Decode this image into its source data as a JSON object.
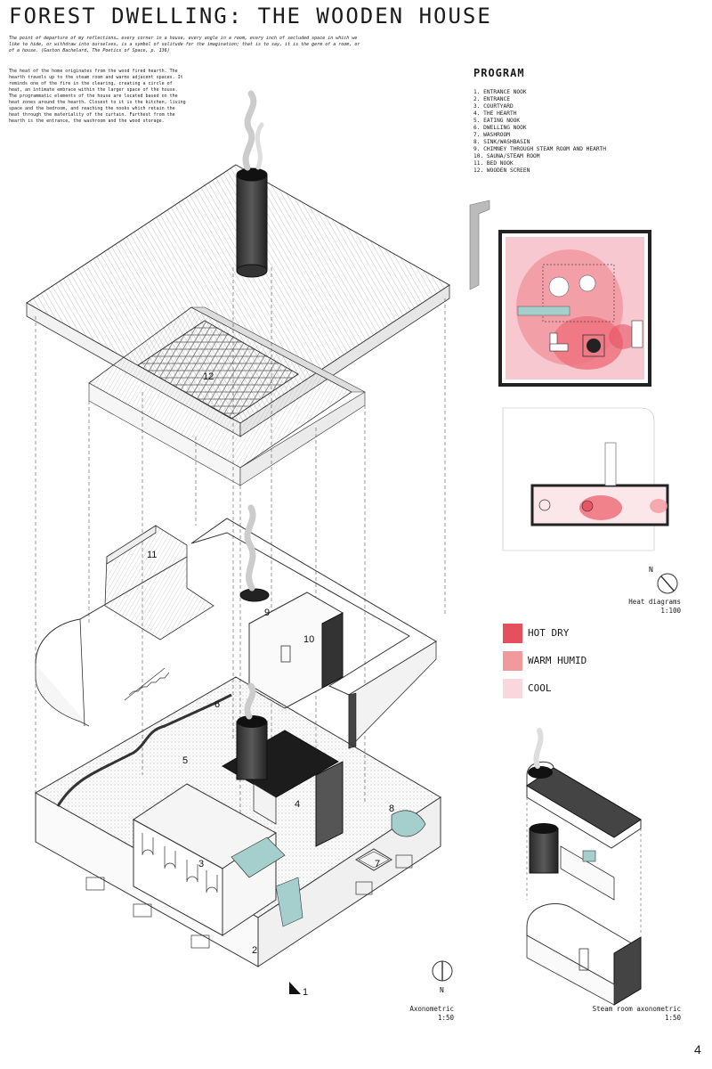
{
  "header": {
    "title": "FOREST DWELLING: THE WOODEN HOUSE",
    "quote": "The point of departure of my reflections… every corner in a house, every angle in a room, every inch of secluded space in which we like to hide, or withdraw into ourselves, is a symbol of solitude for the imagination; that is to say, it is the germ of a room, or of a house. (Gaston Bachelard, The Poetics of Space, p. 136)",
    "intro": "The heat of the home originates from the wood fired hearth. The hearth travels up to the steam room and warms adjacent spaces. It reminds one of the fire in the clearing, creating a circle of heat, an intimate embrace within the larger space of the house. The programmatic elements of the house are located based on the heat zones around the hearth. Closest to it is the kitchen, living space and the bedroom, and reaching the nooks which retain the heat through the materiality of the curtain. Furthest from the hearth is the entrance, the washroom and the wood storage."
  },
  "program": {
    "title": "PROGRAM",
    "items": [
      "1. ENTRANCE NOOK",
      "2. ENTRANCE",
      "3. COURTYARD",
      "4. THE HEARTH",
      "5. EATING NOOK",
      "6. DWELLING NOOK",
      "7. WASHROOM",
      "8. SINK/WASHBASIN",
      "9. CHIMNEY THROUGH STEAM ROOM AND HEARTH",
      "10. SAUNA/STEAM ROOM",
      "11. BED NOOK",
      "12. WOODEN SCREEN"
    ]
  },
  "axo_labels": [
    "1",
    "2",
    "3",
    "4",
    "5",
    "6",
    "7",
    "8",
    "9",
    "10",
    "11",
    "12"
  ],
  "legend": [
    {
      "label": "HOT DRY",
      "color": "#e5505e"
    },
    {
      "label": "WARM HUMID",
      "color": "#f09a9e"
    },
    {
      "label": "COOL",
      "color": "#f8d8de"
    }
  ],
  "captions": {
    "heat_line1": "Heat diagrams",
    "heat_line2": "1:100",
    "axo_line1": "Axonometric",
    "axo_line2": "1:50",
    "steam_line1": "Steam room axonometric",
    "steam_line2": "1:50",
    "north": "N"
  },
  "page_number": "4"
}
